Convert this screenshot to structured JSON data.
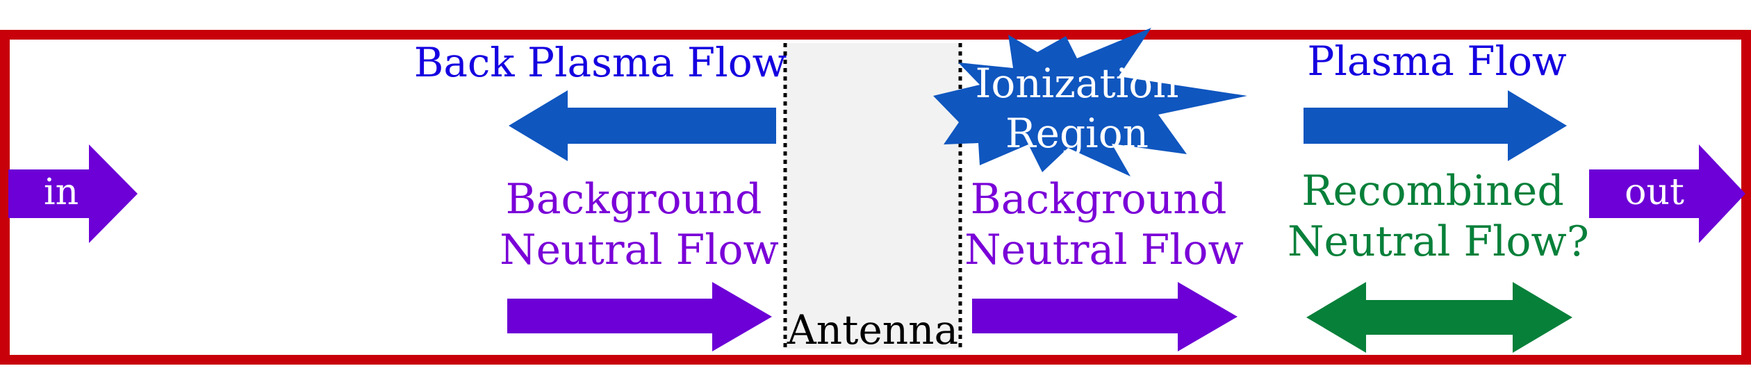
{
  "labels": {
    "in": "in",
    "out": "out",
    "back_plasma_flow": "Back Plasma Flow",
    "plasma_flow": "Plasma Flow",
    "ionization_line1": "Ionization",
    "ionization_line2": "Region",
    "bg_neutral_left_line1": "Background",
    "bg_neutral_left_line2": "Neutral Flow",
    "bg_neutral_right_line1": "Background",
    "bg_neutral_right_line2": "Neutral Flow",
    "recombined_line1": "Recombined",
    "recombined_line2": "Neutral Flow?",
    "antenna": "Antenna"
  },
  "colors": {
    "border": "#c8000a",
    "plasma_blue": "#0f56bf",
    "neutral_purple": "#6c00d6",
    "recombined_green": "#07803a",
    "text_blue": "#1500e0",
    "text_purple": "#7a00d8",
    "text_green": "#07803a",
    "antenna_fill": "#f2f2f2"
  }
}
